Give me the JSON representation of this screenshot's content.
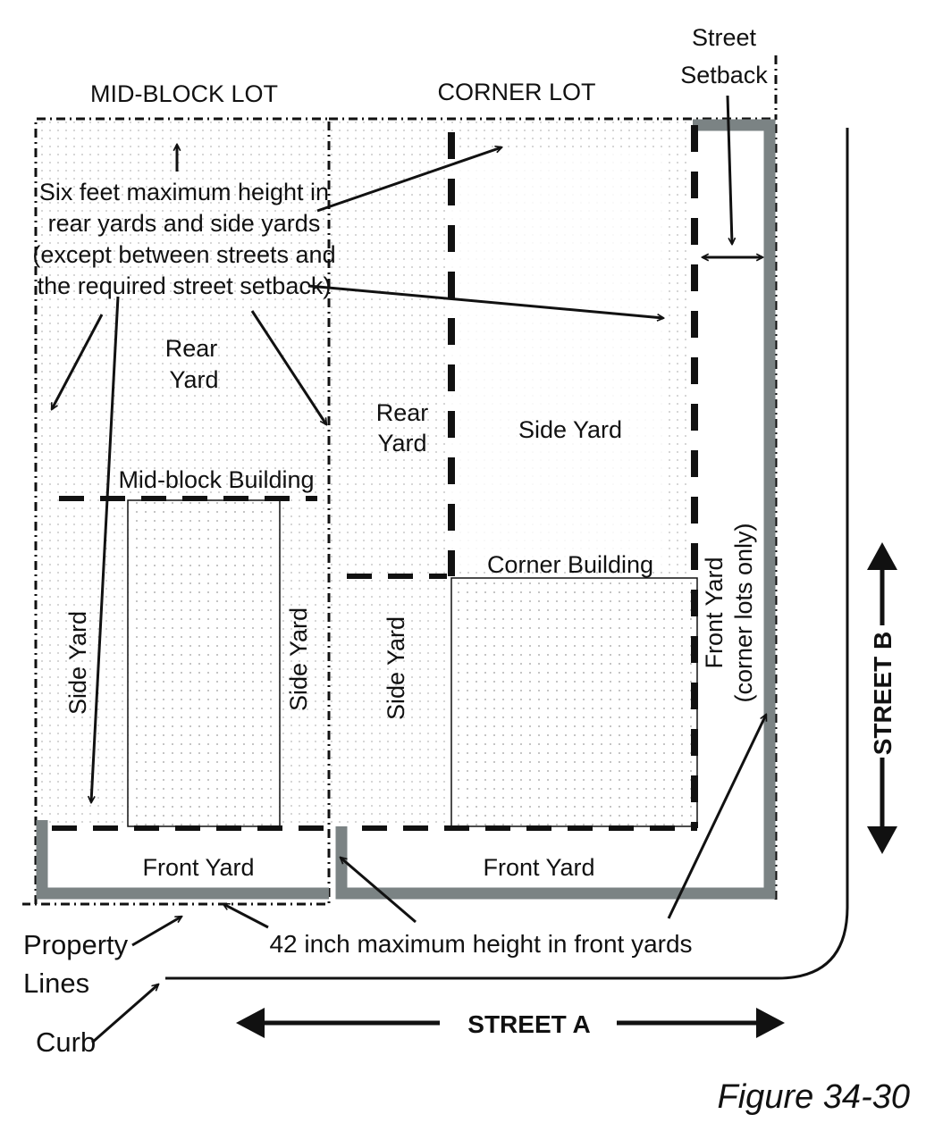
{
  "labels": {
    "mid_block_lot": "MID-BLOCK LOT",
    "corner_lot": "CORNER LOT",
    "street_setback_line1": "Street",
    "street_setback_line2": "Setback",
    "six_feet_line1": "Six feet maximum height in",
    "six_feet_line2": "rear yards and side yards",
    "six_feet_line3": "(except between streets and",
    "six_feet_line4": "the required street setback)",
    "rear_yard_mid_line1": "Rear",
    "rear_yard_mid_line2": "Yard",
    "rear_yard_corner_line1": "Rear",
    "rear_yard_corner_line2": "Yard",
    "side_yard_corner_top": "Side Yard",
    "mid_block_building": "Mid-block Building",
    "corner_building": "Corner Building",
    "side_yard_mid_left": "Side Yard",
    "side_yard_mid_right": "Side Yard",
    "side_yard_corner_left": "Side Yard",
    "front_yard_corner_side_line1": "Front Yard",
    "front_yard_corner_side_line2": "(corner lots only)",
    "front_yard_mid": "Front Yard",
    "front_yard_corner": "Front Yard",
    "property_lines_line1": "Property",
    "property_lines_line2": "Lines",
    "forty_two_inch": "42 inch maximum height in front yards",
    "curb": "Curb",
    "street_a": "STREET A",
    "street_b": "STREET B",
    "figure": "Figure 34-30"
  },
  "colors": {
    "property_line": "#7b8384",
    "ink": "#111111"
  }
}
